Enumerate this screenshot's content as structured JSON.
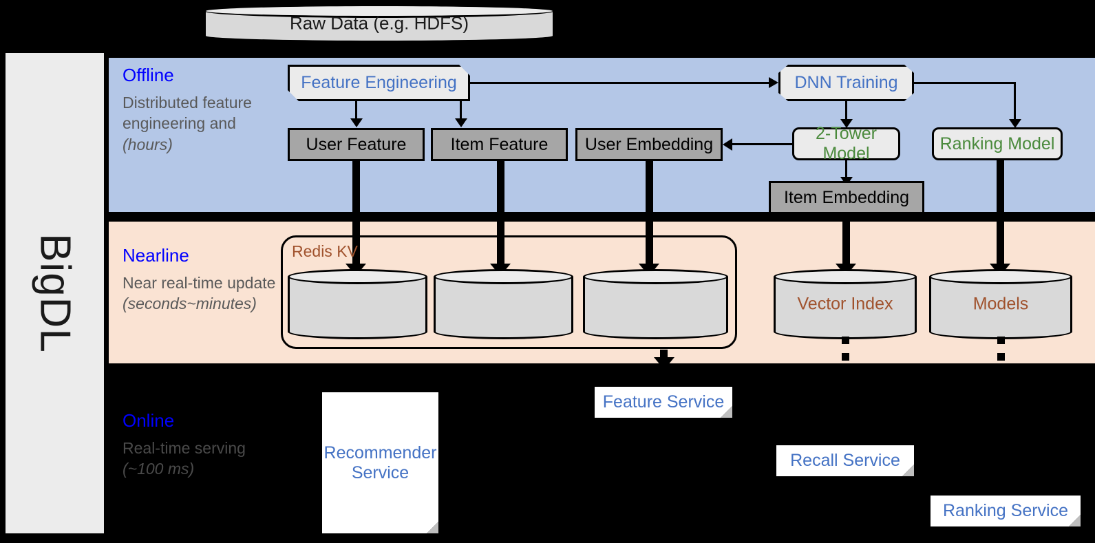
{
  "sidebar": {
    "label": "BigDL"
  },
  "source": {
    "label": "Raw Data (e.g. HDFS)"
  },
  "bands": {
    "offline": {
      "title": "Offline",
      "desc": "Distributed feature engineering and ",
      "desc_em": "(hours)"
    },
    "nearline": {
      "title": "Nearline",
      "desc": "Near real-time update ",
      "desc_em": "(seconds~minutes)"
    },
    "online": {
      "title": "Online",
      "desc": "Real-time serving ",
      "desc_em": "(~100 ms)"
    }
  },
  "offline": {
    "feature_engineering": "Feature Engineering",
    "dnn_training": "DNN Training",
    "user_feature": "User Feature",
    "item_feature": "Item Feature",
    "user_embedding": "User Embedding",
    "two_tower_model": "2-Tower Model",
    "ranking_model": "Ranking Model",
    "item_embedding": "Item Embedding"
  },
  "nearline": {
    "redis_kv": "Redis KV",
    "store_user_feature": "",
    "store_item_feature": "",
    "store_user_embedding": "",
    "vector_index": "Vector Index",
    "models": "Models"
  },
  "online": {
    "recommender_service": "Recommender Service",
    "feature_service": "Feature Service",
    "recall_service": "Recall Service",
    "ranking_service": "Ranking Service"
  },
  "colors": {
    "offline_band": "#b4c7e7",
    "nearline_band": "#fae3d3",
    "online_band": "#000000",
    "band_title": "#0000ff",
    "process_text": "#4472c4",
    "model_text": "#4a8a3c",
    "store_text": "#a0522d",
    "data_box": "#a6a6a6",
    "sidebar_bg": "#ececec"
  }
}
